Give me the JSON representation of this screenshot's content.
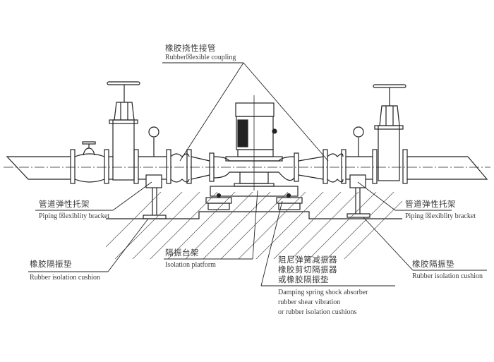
{
  "labels": {
    "flexible_coupling": {
      "zh": "橡胶挠性接管",
      "en": "Rubber☒exible coupling"
    },
    "bracket_left": {
      "zh": "管道弹性托架",
      "en": "Piping ☒exiblity bracket"
    },
    "bracket_right": {
      "zh": "管道弹性托架",
      "en": "Piping ☒exiblity bracket"
    },
    "cushion_left": {
      "zh": "橡胶隔振垫",
      "en": "Rubber isolation cushion"
    },
    "cushion_right": {
      "zh": "橡胶隔振垫",
      "en": "Rubber isolation cushion"
    },
    "platform": {
      "zh": "隔振台架",
      "en": "Isolation platform"
    },
    "absorber": {
      "zh": [
        "阻尼弹簧减振器",
        "橡胶剪切隔振器",
        "或橡胶隔振垫"
      ],
      "en": [
        "Damping spring shock absorber",
        "rubber shear vibration",
        "or rubber isolation cushions"
      ]
    }
  },
  "colors": {
    "line": "#222222",
    "text": "#3a3a3a",
    "hatch": "#555555"
  }
}
